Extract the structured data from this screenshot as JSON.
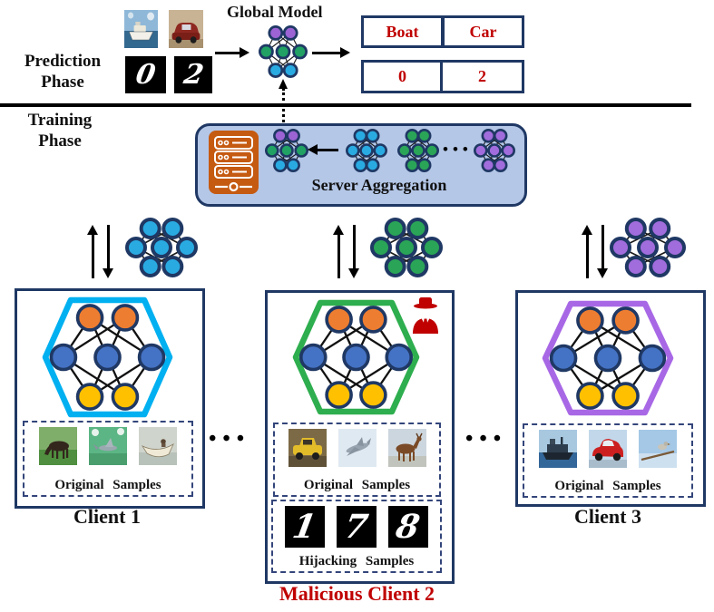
{
  "colors": {
    "navy": "#1F3864",
    "red": "#C00000",
    "server_box_bg": "#B4C7E7",
    "server_icon_orange": "#C55A11",
    "node_border": "#1F3864",
    "edge": "#1a1a1a"
  },
  "palettes": {
    "global": {
      "top": "#9B63D3",
      "mid": "#21A163",
      "bot": "#29ABE2"
    },
    "cyan": {
      "top": "#29ABE2",
      "mid": "#29ABE2",
      "bot": "#29ABE2"
    },
    "green": {
      "top": "#2AA457",
      "mid": "#2AA457",
      "bot": "#2AA457"
    },
    "purple": {
      "top": "#A16CDB",
      "mid": "#A16CDB",
      "bot": "#A16CDB"
    },
    "client": {
      "top": "#ED7D31",
      "mid": "#4472C4",
      "bot": "#FFC000"
    }
  },
  "prediction": {
    "label_line1": "Prediction",
    "label_line2": "Phase",
    "global_model_label": "Global Model",
    "input_digits": [
      "0",
      "2"
    ],
    "outputs": [
      "Boat",
      "Car",
      "0",
      "2"
    ]
  },
  "training": {
    "label_line1": "Training",
    "label_line2": "Phase",
    "server_label": "Server Aggregation",
    "ellipsis": "•••"
  },
  "separator_ellipsis": "•••",
  "clients": [
    {
      "name": "Client 1",
      "hexagon_color": "#00B0F0",
      "net": "cyan",
      "samples_label": "Original Samples",
      "samples": [
        "horse",
        "green-bird",
        "row-boat"
      ]
    },
    {
      "name": "Malicious Client 2",
      "hexagon_color": "#2EAE4E",
      "net": "green",
      "samples_label": "Original Samples",
      "samples": [
        "yellow-car",
        "airplane",
        "deer"
      ],
      "hijack_label": "Hijacking Samples",
      "hijack_digits": [
        "1",
        "7",
        "8"
      ]
    },
    {
      "name": "Client 3",
      "hexagon_color": "#A868E6",
      "net": "purple",
      "samples_label": "Original Samples",
      "samples": [
        "cargo-ship",
        "red-car",
        "sky-bird"
      ]
    }
  ]
}
